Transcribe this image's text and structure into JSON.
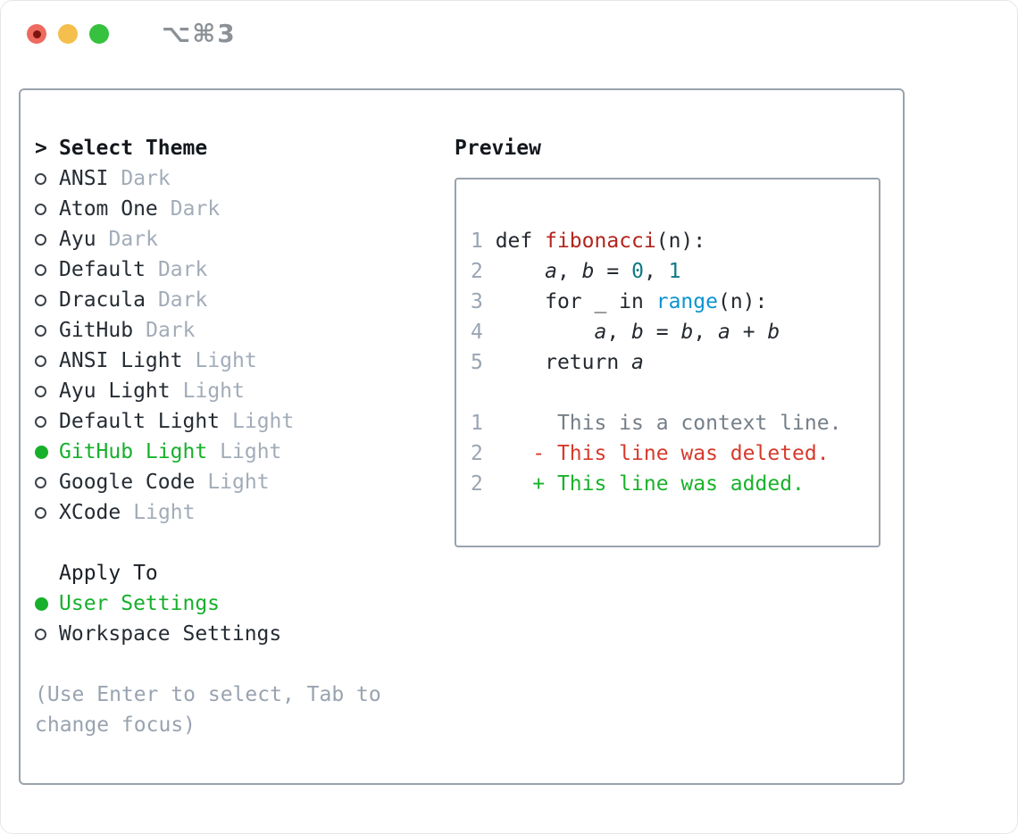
{
  "window": {
    "title_shortcut": "⌥⌘3"
  },
  "colors": {
    "selection_green": "#17b02c",
    "added_green": "#19b22b",
    "deleted_red": "#d63a2c",
    "function_red": "#b3241c",
    "number_teal": "#0e7a85",
    "call_blue": "#0b94d1",
    "muted_gray": "#a2acb9",
    "line_number_gray": "#9aa5b3",
    "context_gray": "#767f88",
    "text_dark": "#24292f",
    "border_gray": "#9aa3ad",
    "traffic_red": "#ee6a5f",
    "traffic_yellow": "#f5bf4e",
    "traffic_green": "#36c13e"
  },
  "theme_panel": {
    "header": {
      "marker": ">",
      "label": "Select Theme"
    },
    "themes": [
      {
        "name": "ANSI",
        "tag": "Dark",
        "selected": false
      },
      {
        "name": "Atom One",
        "tag": "Dark",
        "selected": false
      },
      {
        "name": "Ayu",
        "tag": "Dark",
        "selected": false
      },
      {
        "name": "Default",
        "tag": "Dark",
        "selected": false
      },
      {
        "name": "Dracula",
        "tag": "Dark",
        "selected": false
      },
      {
        "name": "GitHub",
        "tag": "Dark",
        "selected": false
      },
      {
        "name": "ANSI Light",
        "tag": "Light",
        "selected": false
      },
      {
        "name": "Ayu Light",
        "tag": "Light",
        "selected": false
      },
      {
        "name": "Default Light",
        "tag": "Light",
        "selected": false
      },
      {
        "name": "GitHub Light",
        "tag": "Light",
        "selected": true
      },
      {
        "name": "Google Code",
        "tag": "Light",
        "selected": false
      },
      {
        "name": "XCode",
        "tag": "Light",
        "selected": false
      }
    ],
    "apply_to": {
      "label": "Apply To",
      "options": [
        {
          "label": "User Settings",
          "selected": true
        },
        {
          "label": "Workspace Settings",
          "selected": false
        }
      ]
    },
    "hint_lines": [
      "(Use Enter to select, Tab to",
      "change focus)"
    ]
  },
  "preview": {
    "title": "Preview",
    "lines": [
      {
        "num": "1",
        "segments": [
          {
            "t": " def ",
            "c": "plain"
          },
          {
            "t": "fibonacci",
            "c": "func"
          },
          {
            "t": "(n):",
            "c": "plain"
          }
        ]
      },
      {
        "num": "2",
        "segments": [
          {
            "t": "     ",
            "c": "plain"
          },
          {
            "t": "a",
            "c": "var"
          },
          {
            "t": ", ",
            "c": "plain"
          },
          {
            "t": "b",
            "c": "var"
          },
          {
            "t": " = ",
            "c": "plain"
          },
          {
            "t": "0",
            "c": "num"
          },
          {
            "t": ", ",
            "c": "plain"
          },
          {
            "t": "1",
            "c": "num"
          }
        ]
      },
      {
        "num": "3",
        "segments": [
          {
            "t": "     for _ in ",
            "c": "plain"
          },
          {
            "t": "range",
            "c": "call"
          },
          {
            "t": "(n):",
            "c": "plain"
          }
        ]
      },
      {
        "num": "4",
        "segments": [
          {
            "t": "         ",
            "c": "plain"
          },
          {
            "t": "a",
            "c": "var"
          },
          {
            "t": ", ",
            "c": "plain"
          },
          {
            "t": "b",
            "c": "var"
          },
          {
            "t": " = ",
            "c": "plain"
          },
          {
            "t": "b",
            "c": "var"
          },
          {
            "t": ", ",
            "c": "plain"
          },
          {
            "t": "a",
            "c": "var"
          },
          {
            "t": " + ",
            "c": "plain"
          },
          {
            "t": "b",
            "c": "var"
          }
        ]
      },
      {
        "num": "5",
        "segments": [
          {
            "t": "     return ",
            "c": "plain"
          },
          {
            "t": "a",
            "c": "var"
          }
        ]
      },
      {
        "num": "",
        "segments": [
          {
            "t": "",
            "c": "plain"
          }
        ]
      },
      {
        "num": "1",
        "segments": [
          {
            "t": "      This is a context line.",
            "c": "context"
          }
        ]
      },
      {
        "num": "2",
        "segments": [
          {
            "t": "    - This line was deleted.",
            "c": "deleted"
          }
        ]
      },
      {
        "num": "2",
        "segments": [
          {
            "t": "    + This line was added.",
            "c": "added"
          }
        ]
      }
    ]
  }
}
